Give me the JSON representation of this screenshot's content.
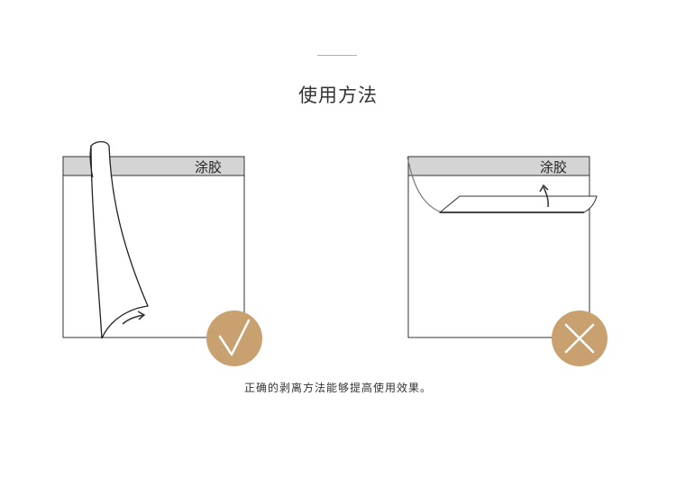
{
  "section": {
    "title": "使用方法",
    "accent_color": "#d9a878"
  },
  "panels": [
    {
      "label": "涂胶",
      "verdict": "correct",
      "badge_icon": "check-icon",
      "badge_symbol": "√",
      "badge_color": "#c9a06f"
    },
    {
      "label": "涂胶",
      "verdict": "incorrect",
      "badge_icon": "cross-icon",
      "badge_color": "#c9a06f"
    }
  ],
  "caption": "正确的剥离方法能够提高使用效果。"
}
